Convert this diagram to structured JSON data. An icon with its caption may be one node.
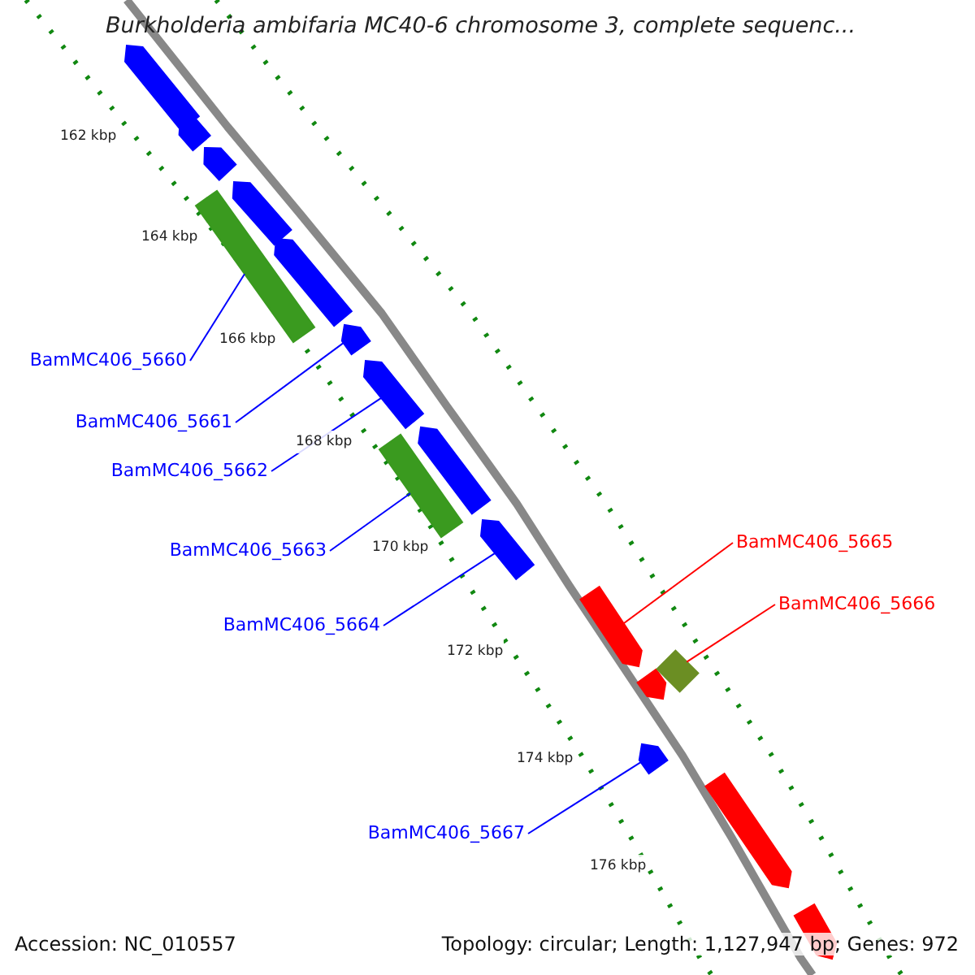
{
  "diagram": {
    "title": "Burkholderia ambifaria MC40-6 chromosome 3, complete sequenc...",
    "nodes": [
      {
        "text": [
          "BamMC406_5660"
        ]
      },
      {
        "text": [
          "BamMC406_5661"
        ]
      },
      {
        "text": [
          "BamMC406_5662"
        ]
      },
      {
        "text": [
          "BamMC406_5663"
        ]
      },
      {
        "text": [
          "BamMC406_5664"
        ]
      },
      {
        "text": [
          "BamMC406_5665"
        ]
      },
      {
        "text": [
          "BamMC406_5666"
        ]
      },
      {
        "text": [
          "BamMC406_5667"
        ]
      },
      {
        "text": [],
        "shape": "bar"
      },
      {
        "text": [],
        "shape": "bar"
      },
      {
        "text": [],
        "shape": "bar"
      },
      {
        "text": [],
        "shape": "bar"
      },
      {
        "text": [],
        "shape": "bar"
      },
      {
        "text": [],
        "shape": "bar"
      },
      {
        "text": [],
        "shape": "bar"
      },
      {
        "text": [],
        "shape": "bar"
      },
      {
        "text": [],
        "shape": "bar"
      },
      {
        "text": [],
        "shape": "bar"
      },
      {
        "text": [],
        "shape": "bar"
      },
      {
        "text": [],
        "shape": "bar"
      },
      {
        "text": [],
        "shape": "bar"
      },
      {
        "text": [],
        "shape": "bar"
      },
      {
        "text": [],
        "shape": "bar"
      },
      {
        "text": [],
        "shape": "bar"
      },
      {
        "text": [],
        "shape": "bar"
      }
    ],
    "edges": [
      {
        "from": 0,
        "to": 12,
        "arrow": "none"
      },
      {
        "from": 1,
        "to": 14,
        "arrow": "none"
      },
      {
        "from": 2,
        "to": 15,
        "arrow": "none"
      },
      {
        "from": 3,
        "to": 17,
        "arrow": "none"
      },
      {
        "from": 4,
        "to": 18,
        "arrow": "none"
      },
      {
        "from": 5,
        "to": 19,
        "arrow": "none",
        "color": "#ff0000"
      },
      {
        "from": 6,
        "to": 21,
        "arrow": "none",
        "color": "#ff0000"
      },
      {
        "from": 7,
        "to": 22,
        "arrow": "none"
      }
    ],
    "labels": [
      "162 kbp",
      "164 kbp",
      "166 kbp",
      "168 kbp",
      "170 kbp",
      "172 kbp",
      "174 kbp",
      "176 kbp",
      "Accession: NC_010557",
      "Topology: circular; Length: 1,127,947 bp; Genes: 972"
    ]
  }
}
